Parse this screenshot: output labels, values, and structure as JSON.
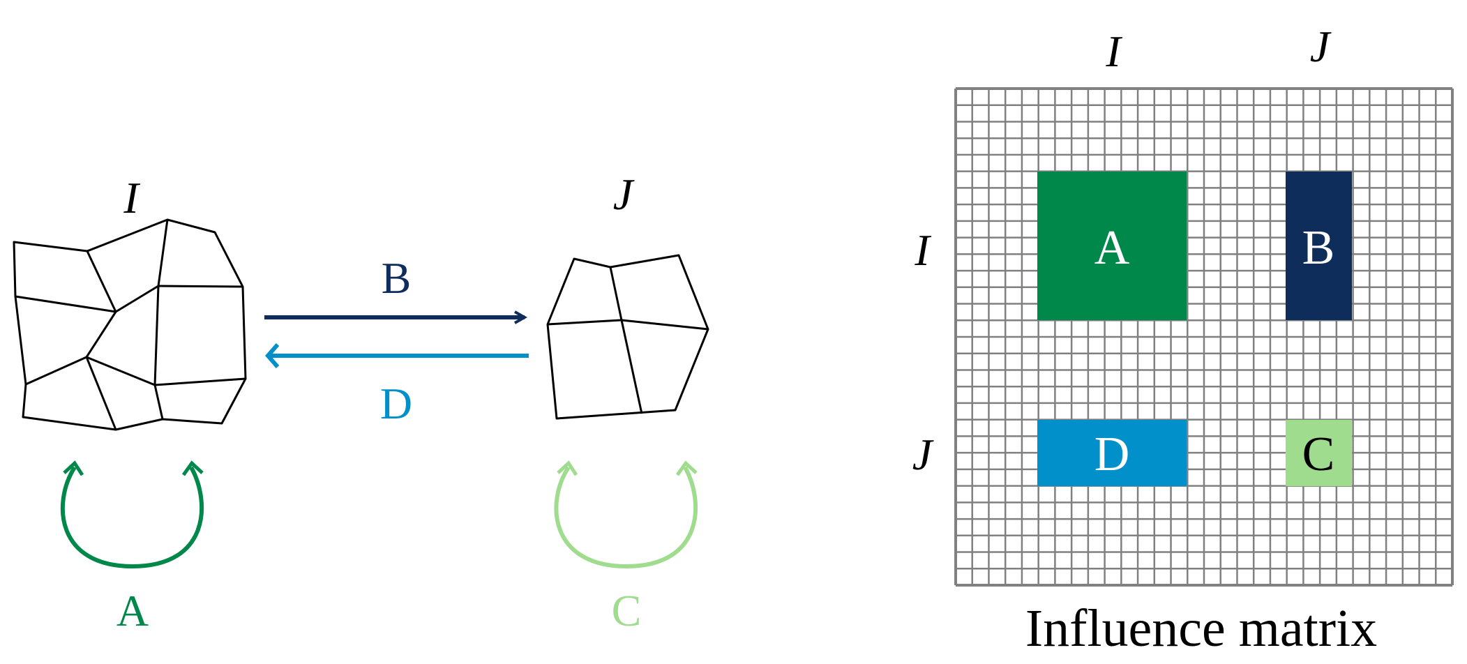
{
  "colors": {
    "A": "#00884a",
    "B": "#0f2d5a",
    "C": "#9fdc8e",
    "D": "#0290cb",
    "grid": "#808080"
  },
  "left": {
    "subdomain_I_label": "I",
    "subdomain_J_label": "J",
    "arrow_B_label": "B",
    "arrow_D_label": "D",
    "loop_A_label": "A",
    "loop_C_label": "C"
  },
  "matrix": {
    "col_I_label": "I",
    "col_J_label": "J",
    "row_I_label": "I",
    "row_J_label": "J",
    "block_A_label": "A",
    "block_B_label": "B",
    "block_C_label": "C",
    "block_D_label": "D",
    "caption": "Influence matrix"
  }
}
